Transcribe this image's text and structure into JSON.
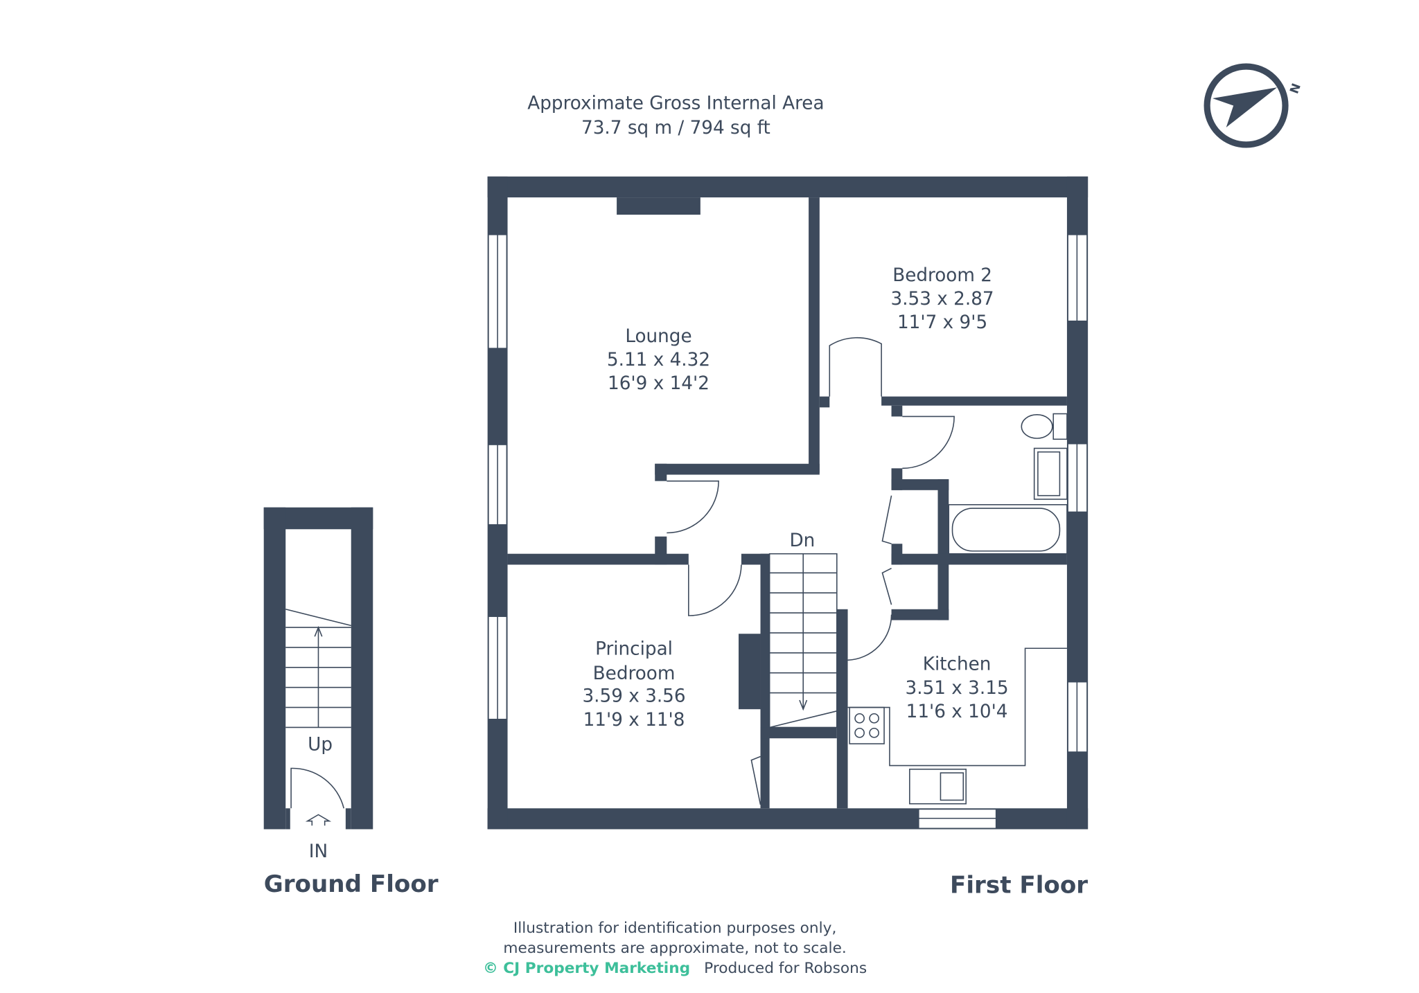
{
  "header": {
    "line1": "Approximate Gross Internal Area",
    "line2": "73.7 sq m / 794 sq ft"
  },
  "compass": {
    "label": "N"
  },
  "rooms": {
    "lounge": {
      "name": "Lounge",
      "metric": "5.11 x 4.32",
      "imperial": "16'9 x 14'2"
    },
    "bedroom2": {
      "name": "Bedroom 2",
      "metric": "3.53 x 2.87",
      "imperial": "11'7 x 9'5"
    },
    "principal": {
      "name1": "Principal",
      "name2": "Bedroom",
      "metric": "3.59 x 3.56",
      "imperial": "11'9 x 11'8"
    },
    "kitchen": {
      "name": "Kitchen",
      "metric": "3.51 x 3.15",
      "imperial": "11'6 x 10'4"
    }
  },
  "labels": {
    "dn": "Dn",
    "up": "Up",
    "in": "IN"
  },
  "floors": {
    "ground": "Ground Floor",
    "first": "First Floor"
  },
  "footer": {
    "line1": "Illustration for identification purposes only,",
    "line2": "measurements are approximate, not to scale.",
    "brand": "© CJ Property Marketing",
    "produced": "Produced for  Robsons"
  },
  "colors": {
    "wall": "#3d4a5c",
    "brand": "#3dbf9a"
  }
}
